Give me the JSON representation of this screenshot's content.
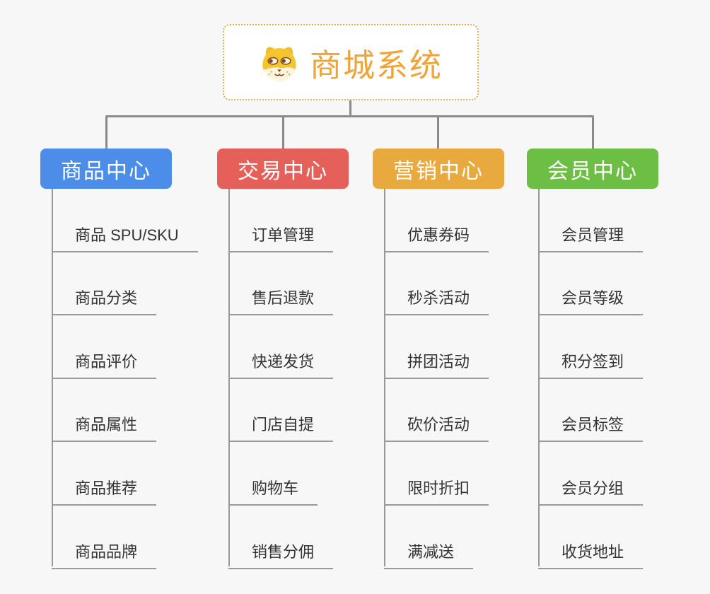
{
  "root": {
    "title": "商城系统",
    "icon": "dog-face-icon"
  },
  "colors": {
    "connector": "#8a8a8a",
    "child_line": "#999999",
    "root_text": "#f0a437",
    "root_border": "#f0ab4c",
    "child_text": "#333333",
    "background": "#f7f7f7",
    "branch_text": "#ffffff"
  },
  "branches": [
    {
      "label": "商品中心",
      "color": "#4b8de8",
      "children": [
        "商品 SPU/SKU",
        "商品分类",
        "商品评价",
        "商品属性",
        "商品推荐",
        "商品品牌"
      ]
    },
    {
      "label": "交易中心",
      "color": "#e6605a",
      "children": [
        "订单管理",
        "售后退款",
        "快递发货",
        "门店自提",
        "购物车",
        "销售分佣"
      ]
    },
    {
      "label": "营销中心",
      "color": "#e8a93e",
      "children": [
        "优惠券码",
        "秒杀活动",
        "拼团活动",
        "砍价活动",
        "限时折扣",
        "满减送"
      ]
    },
    {
      "label": "会员中心",
      "color": "#6dbe44",
      "children": [
        "会员管理",
        "会员等级",
        "积分签到",
        "会员标签",
        "会员分组",
        "收货地址"
      ]
    }
  ]
}
